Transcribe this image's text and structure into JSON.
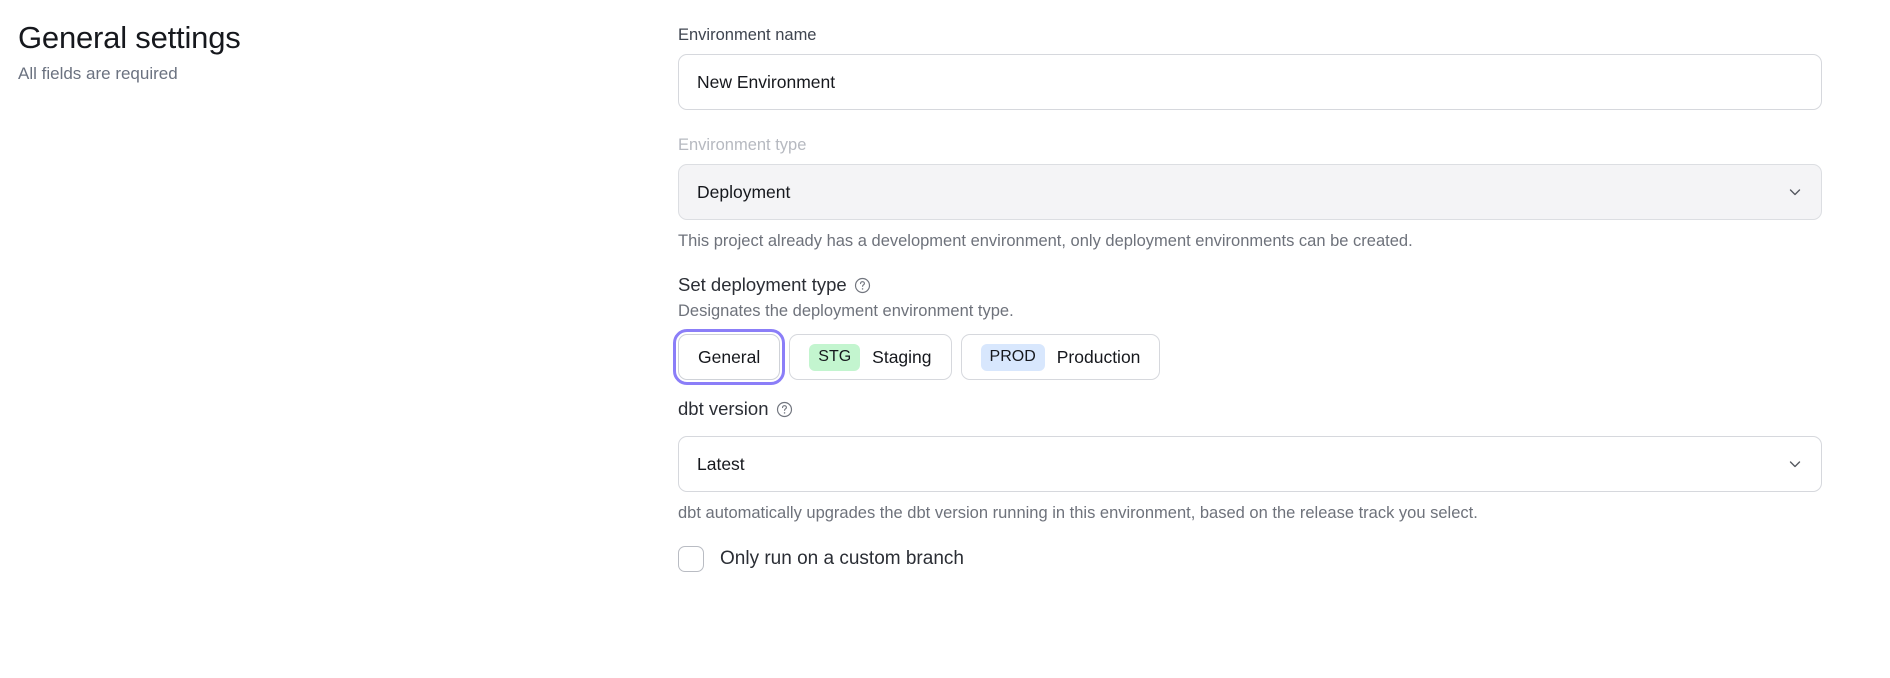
{
  "left": {
    "title": "General settings",
    "subtitle": "All fields are required"
  },
  "form": {
    "environment_name": {
      "label": "Environment name",
      "value": "New Environment",
      "placeholder": "Environment name"
    },
    "environment_type": {
      "label": "Environment type",
      "value": "Deployment",
      "disabled": true,
      "helper": "This project already has a development environment, only deployment environments can be created.",
      "chevron_icon": "chevron-down-icon"
    },
    "deployment_type": {
      "label": "Set deployment type",
      "info_icon": "question-circle-icon",
      "description": "Designates the deployment environment type.",
      "options": [
        {
          "label": "General",
          "badge": null,
          "badge_color": null,
          "selected": true
        },
        {
          "label": "Staging",
          "badge": "STG",
          "badge_color": "#c3f5cf",
          "selected": false
        },
        {
          "label": "Production",
          "badge": "PROD",
          "badge_color": "#d8e7fd",
          "selected": false
        }
      ]
    },
    "dbt_version": {
      "label": "dbt version",
      "info_icon": "question-circle-icon",
      "value": "Latest",
      "helper": "dbt automatically upgrades the dbt version running in this environment, based on the release track you select.",
      "chevron_icon": "chevron-down-icon"
    },
    "custom_branch": {
      "label": "Only run on a custom branch",
      "checked": false
    }
  },
  "colors": {
    "focus_ring": "#8b7ef8",
    "staging_badge": "#c3f5cf",
    "production_badge": "#d8e7fd",
    "disabled_field": "#f4f4f6"
  }
}
